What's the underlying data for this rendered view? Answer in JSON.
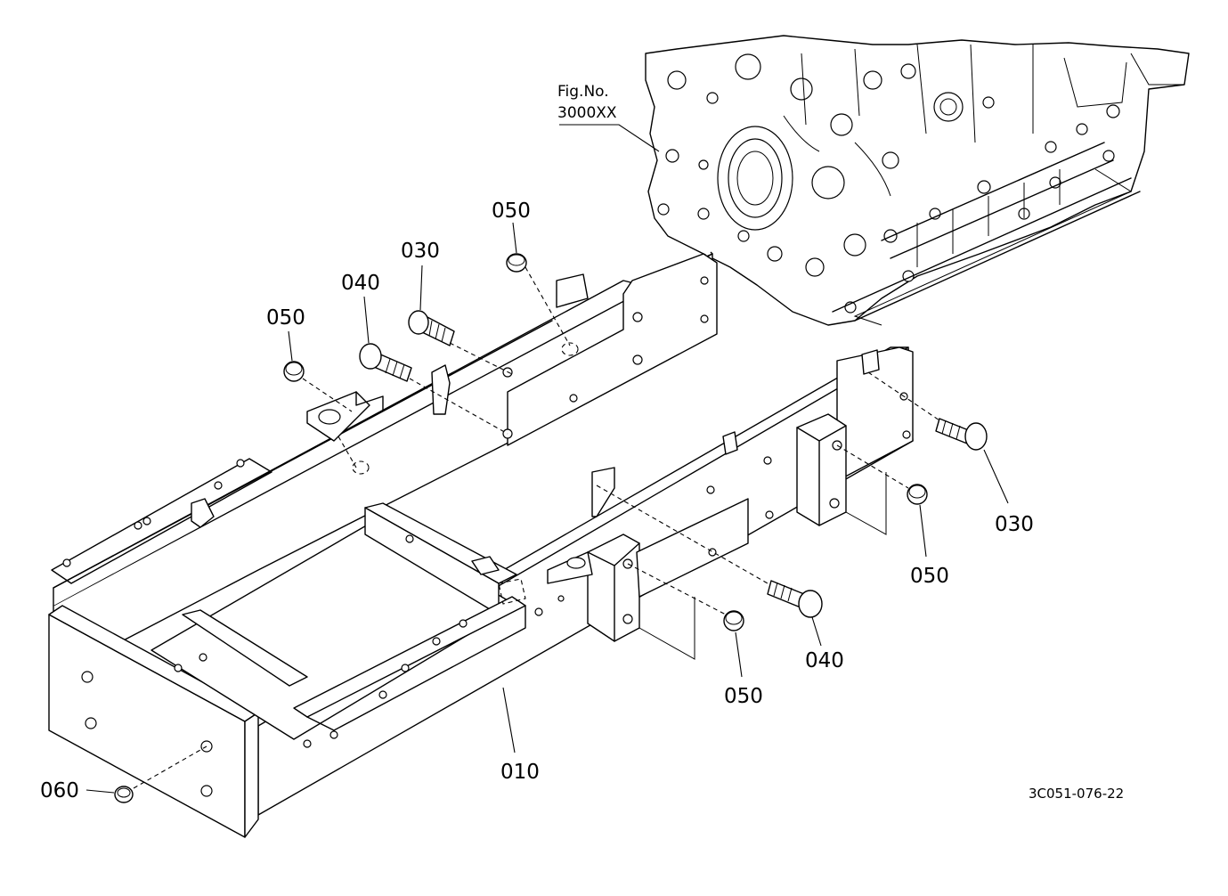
{
  "figure": {
    "fig_ref_title": "Fig.No.",
    "fig_ref_number": "3000XX",
    "drawing_code": "3C051-076-22"
  },
  "callouts": {
    "part_010": "010",
    "part_030_top": "030",
    "part_030_right": "030",
    "part_040_top": "040",
    "part_040_right": "040",
    "part_050_top_left": "050",
    "part_050_top_center": "050",
    "part_050_right": "050",
    "part_050_bottom": "050",
    "part_060": "060"
  }
}
